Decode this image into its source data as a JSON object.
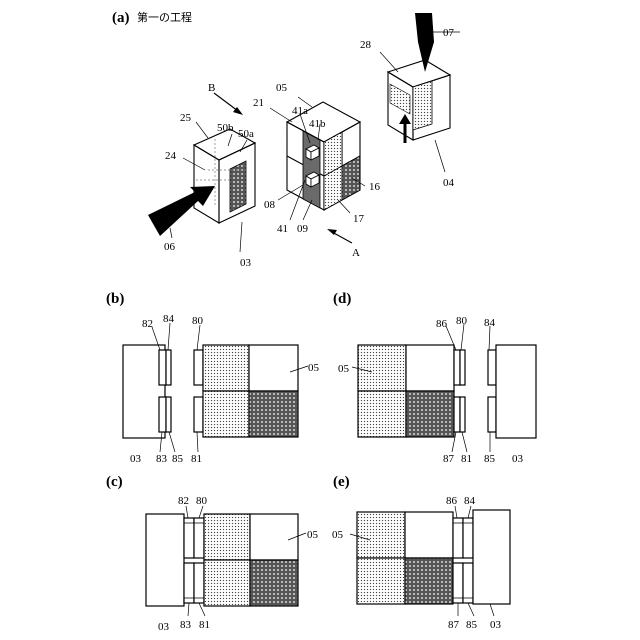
{
  "figure": {
    "title": "第一の工程",
    "panels": {
      "a": "(a)",
      "b": "(b)",
      "c": "(c)",
      "d": "(d)",
      "e": "(e)"
    }
  },
  "labels": {
    "a": {
      "n07": "07",
      "n28": "28",
      "n04": "04",
      "n05": "05",
      "n21": "21",
      "n41a": "41a",
      "n41b": "41b",
      "n16": "16",
      "n17": "17",
      "n08": "08",
      "n41": "41",
      "n09": "09",
      "nA": "A",
      "nB": "B",
      "n25": "25",
      "n50b": "50b",
      "n50a": "50a",
      "n24": "24",
      "n06": "06",
      "n03": "03"
    },
    "b": {
      "n82": "82",
      "n84": "84",
      "n80": "80",
      "n05": "05",
      "n03": "03",
      "n83": "83",
      "n85": "85",
      "n81": "81"
    },
    "d": {
      "n86": "86",
      "n80": "80",
      "n84": "84",
      "n05": "05",
      "n87": "87",
      "n81": "81",
      "n85": "85",
      "n03": "03"
    },
    "c": {
      "n82": "82",
      "n80": "80",
      "n05": "05",
      "n03": "03",
      "n83": "83",
      "n81": "81"
    },
    "e": {
      "n86": "86",
      "n84": "84",
      "n05": "05",
      "n87": "87",
      "n85": "85",
      "n03": "03"
    }
  }
}
